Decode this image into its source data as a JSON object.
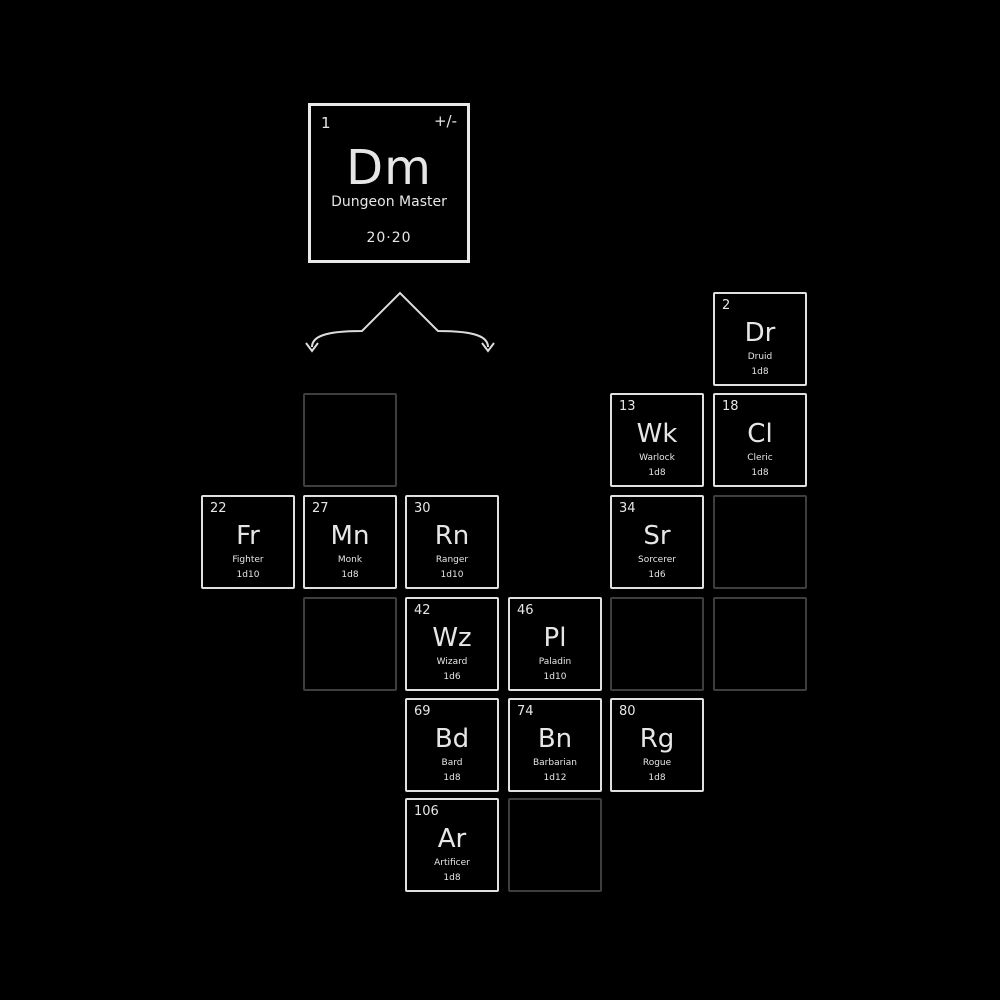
{
  "header_tile": {
    "number": "1",
    "charge": "+/-",
    "symbol": "Dm",
    "name": "Dungeon Master",
    "mass": "20·20"
  },
  "tiles": [
    {
      "number": "2",
      "symbol": "Dr",
      "name": "Druid",
      "die": "1d8"
    },
    {
      "number": "13",
      "symbol": "Wk",
      "name": "Warlock",
      "die": "1d8"
    },
    {
      "number": "18",
      "symbol": "Cl",
      "name": "Cleric",
      "die": "1d8"
    },
    {
      "number": "22",
      "symbol": "Fr",
      "name": "Fighter",
      "die": "1d10"
    },
    {
      "number": "27",
      "symbol": "Mn",
      "name": "Monk",
      "die": "1d8"
    },
    {
      "number": "30",
      "symbol": "Rn",
      "name": "Ranger",
      "die": "1d10"
    },
    {
      "number": "34",
      "symbol": "Sr",
      "name": "Sorcerer",
      "die": "1d6"
    },
    {
      "number": "42",
      "symbol": "Wz",
      "name": "Wizard",
      "die": "1d6"
    },
    {
      "number": "46",
      "symbol": "Pl",
      "name": "Paladin",
      "die": "1d10"
    },
    {
      "number": "69",
      "symbol": "Bd",
      "name": "Bard",
      "die": "1d8"
    },
    {
      "number": "74",
      "symbol": "Bn",
      "name": "Barbarian",
      "die": "1d12"
    },
    {
      "number": "80",
      "symbol": "Rg",
      "name": "Rogue",
      "die": "1d8"
    },
    {
      "number": "106",
      "symbol": "Ar",
      "name": "Artificer",
      "die": "1d8"
    }
  ],
  "colors": {
    "background": "#000000",
    "ink": "#e6e6e6",
    "empty_outline": "#3e3e3e"
  }
}
